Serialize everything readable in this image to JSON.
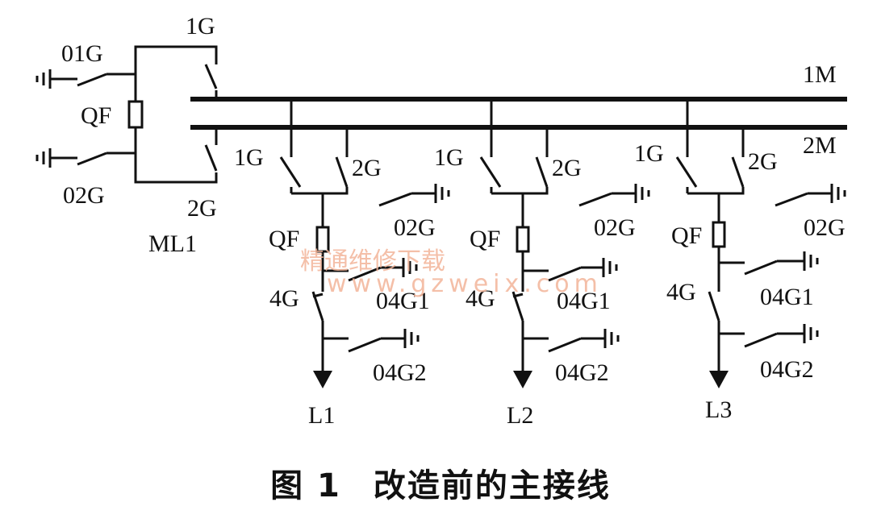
{
  "bus": {
    "m1": "1M",
    "m2": "2M"
  },
  "coupler": {
    "name": "ML1",
    "breaker": "QF",
    "isolator_top": "1G",
    "isolator_bottom": "2G",
    "ground_top": "01G",
    "ground_bottom": "02G"
  },
  "feeders": [
    {
      "line": "L1",
      "iso1": "1G",
      "iso2": "2G",
      "ground_02": "02G",
      "breaker": "QF",
      "ground_04g1": "04G1",
      "iso4": "4G",
      "ground_04g2": "04G2"
    },
    {
      "line": "L2",
      "iso1": "1G",
      "iso2": "2G",
      "ground_02": "02G",
      "breaker": "QF",
      "ground_04g1": "04G1",
      "iso4": "4G",
      "ground_04g2": "04G2"
    },
    {
      "line": "L3",
      "iso1": "1G",
      "iso2": "2G",
      "ground_02": "02G",
      "breaker": "QF",
      "ground_04g1": "04G1",
      "iso4": "4G",
      "ground_04g2": "04G2"
    }
  ],
  "watermark": {
    "text_cn": "精通维修下载",
    "text_url": "www.gzweix.com"
  },
  "caption": {
    "number": "图 1",
    "title": "改造前的主接线"
  }
}
